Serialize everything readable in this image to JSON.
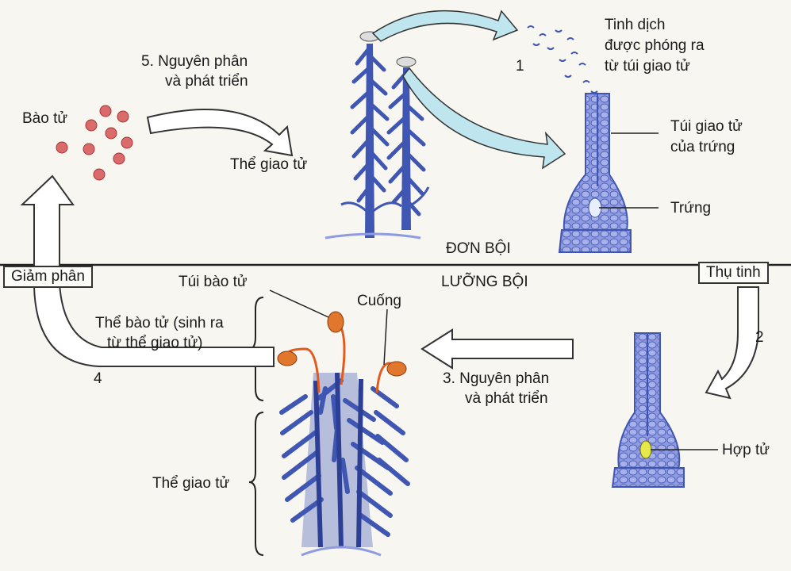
{
  "labels": {
    "spores": "Bào tử",
    "mitosis5_line1": "5. Nguyên phân",
    "mitosis5_line2": "và phát triển",
    "gametophyte_top": "Thể giao tử",
    "sperm_line1": "Tinh dịch",
    "sperm_line2": "được phóng ra",
    "sperm_line3": "từ túi giao tử",
    "egg_sac_line1": "Túi giao tử",
    "egg_sac_line2": "của trứng",
    "egg": "Trứng",
    "haploid": "ĐƠN BỘI",
    "diploid": "LƯỠNG BỘI",
    "meiosis": "Giảm phân",
    "fertilization": "Thụ tinh",
    "sporangium": "Túi bào tử",
    "stalk": "Cuống",
    "sporophyte_line1": "Thể bào tử (sinh ra",
    "sporophyte_line2": "từ thể giao tử)",
    "mitosis3_line1": "3. Nguyên phân",
    "mitosis3_line2": "và phát triển",
    "zygote": "Hợp tử",
    "gametophyte_bottom": "Thể giao tử",
    "step1": "1",
    "step2": "2",
    "step4": "4"
  },
  "colors": {
    "moss": "#3f56b3",
    "moss_light": "#6a7fd0",
    "spore": "#d96b6b",
    "capsule": "#e0772c",
    "stalk": "#e25a1e",
    "arrow_fill": "#ffffff",
    "arrow_stroke": "#333333",
    "arrow_cyan": "#bfe6ee",
    "zygote": "#e6e84a"
  }
}
